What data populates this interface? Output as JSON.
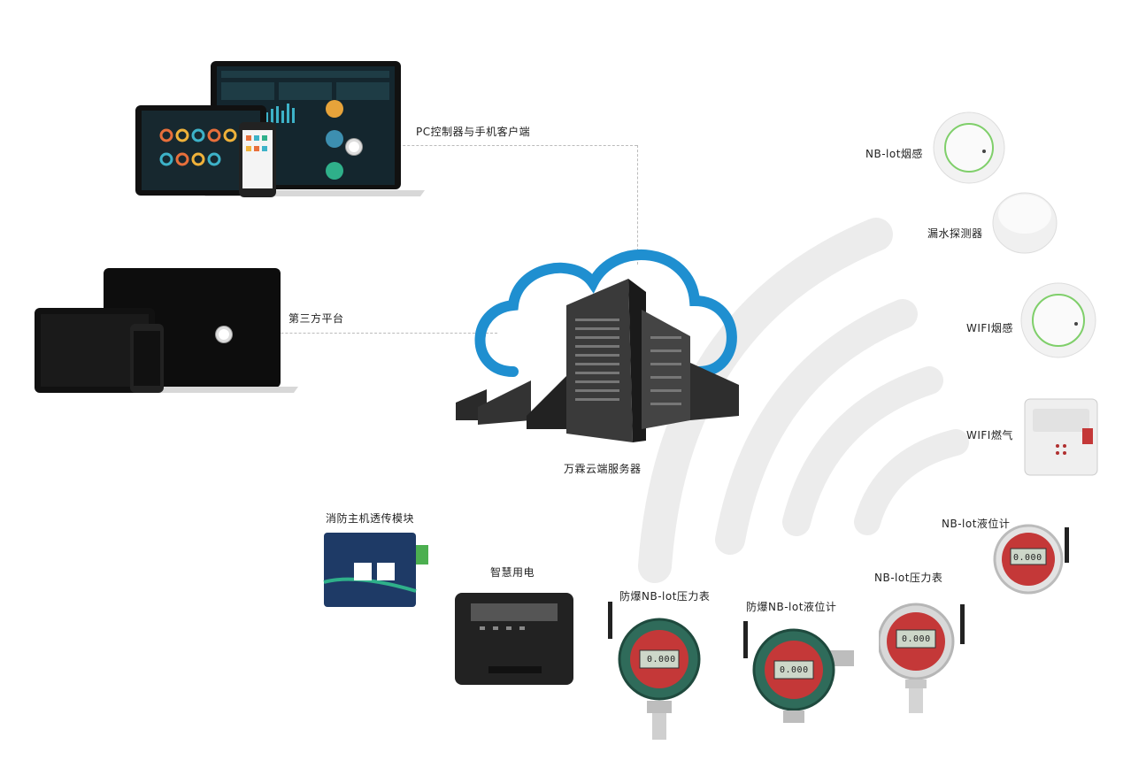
{
  "labels": {
    "pc_client": "PC控制器与手机客户端",
    "third_party": "第三方平台",
    "cloud_server": "万霖云端服务器",
    "nb_smoke": "NB-lot烟感",
    "water_leak": "漏水探测器",
    "wifi_smoke": "WIFI烟感",
    "wifi_gas": "WIFI燃气",
    "nb_level": "NB-lot液位计",
    "nb_pressure": "NB-lot压力表",
    "ex_nb_level": "防爆NB-lot液位计",
    "ex_nb_pressure": "防爆NB-lot压力表",
    "smart_power": "智慧用电",
    "fire_module": "消防主机透传模块"
  },
  "gauge_readouts": {
    "ex_pressure": "0.000",
    "ex_level": "0.000",
    "nb_pressure": "0.000",
    "nb_level": "0.000"
  },
  "colors": {
    "cloud_blue": "#1f8fd0",
    "signal_gray": "#ececec",
    "dash": "#bbbbbb",
    "device_green": "#2f6b5a",
    "gauge_red": "#c43838",
    "module_blue": "#1e3a66",
    "sensor_ring": "#7fcf6a"
  }
}
